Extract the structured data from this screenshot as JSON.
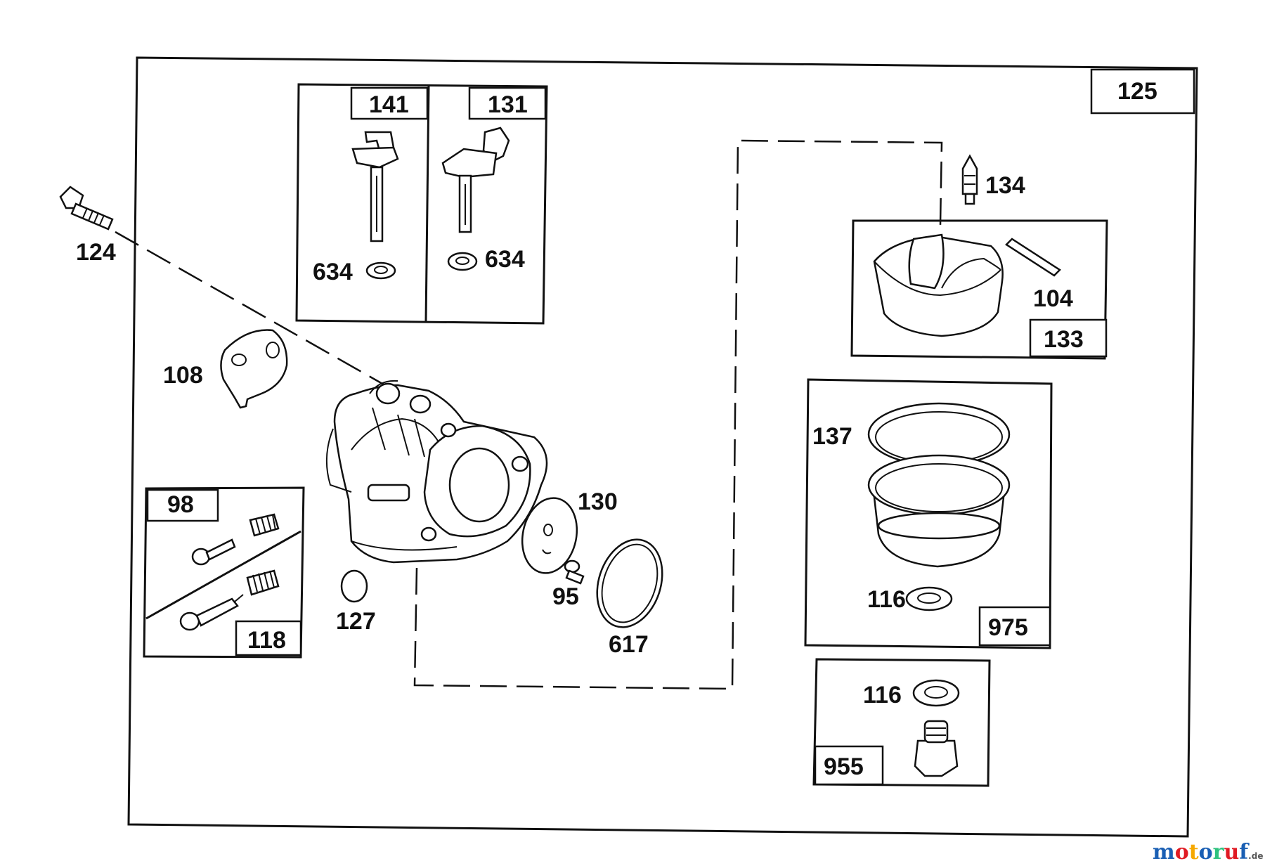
{
  "labels": {
    "assembly": "125",
    "choke_shaft_kit": "141",
    "throttle_shaft_kit": "131",
    "seal_a": "634",
    "seal_b": "634",
    "screw_124": "124",
    "plate_108": "108",
    "kit_98": "98",
    "kit_118": "118",
    "plug_127": "127",
    "plate_130": "130",
    "screw_95": "95",
    "gasket_617": "617",
    "needle_134": "134",
    "pin_104": "104",
    "float_kit_133": "133",
    "gasket_137": "137",
    "washer_116_a": "116",
    "bowl_kit_975": "975",
    "washer_116_b": "116",
    "screw_kit_955": "955"
  },
  "watermark": {
    "text": "motoruf",
    "suffix": ".de",
    "colors": [
      "#1a5fb4",
      "#e01b24",
      "#f6a800",
      "#1a5fb4",
      "#2ec27e",
      "#e01b24",
      "#1a5fb4"
    ]
  }
}
